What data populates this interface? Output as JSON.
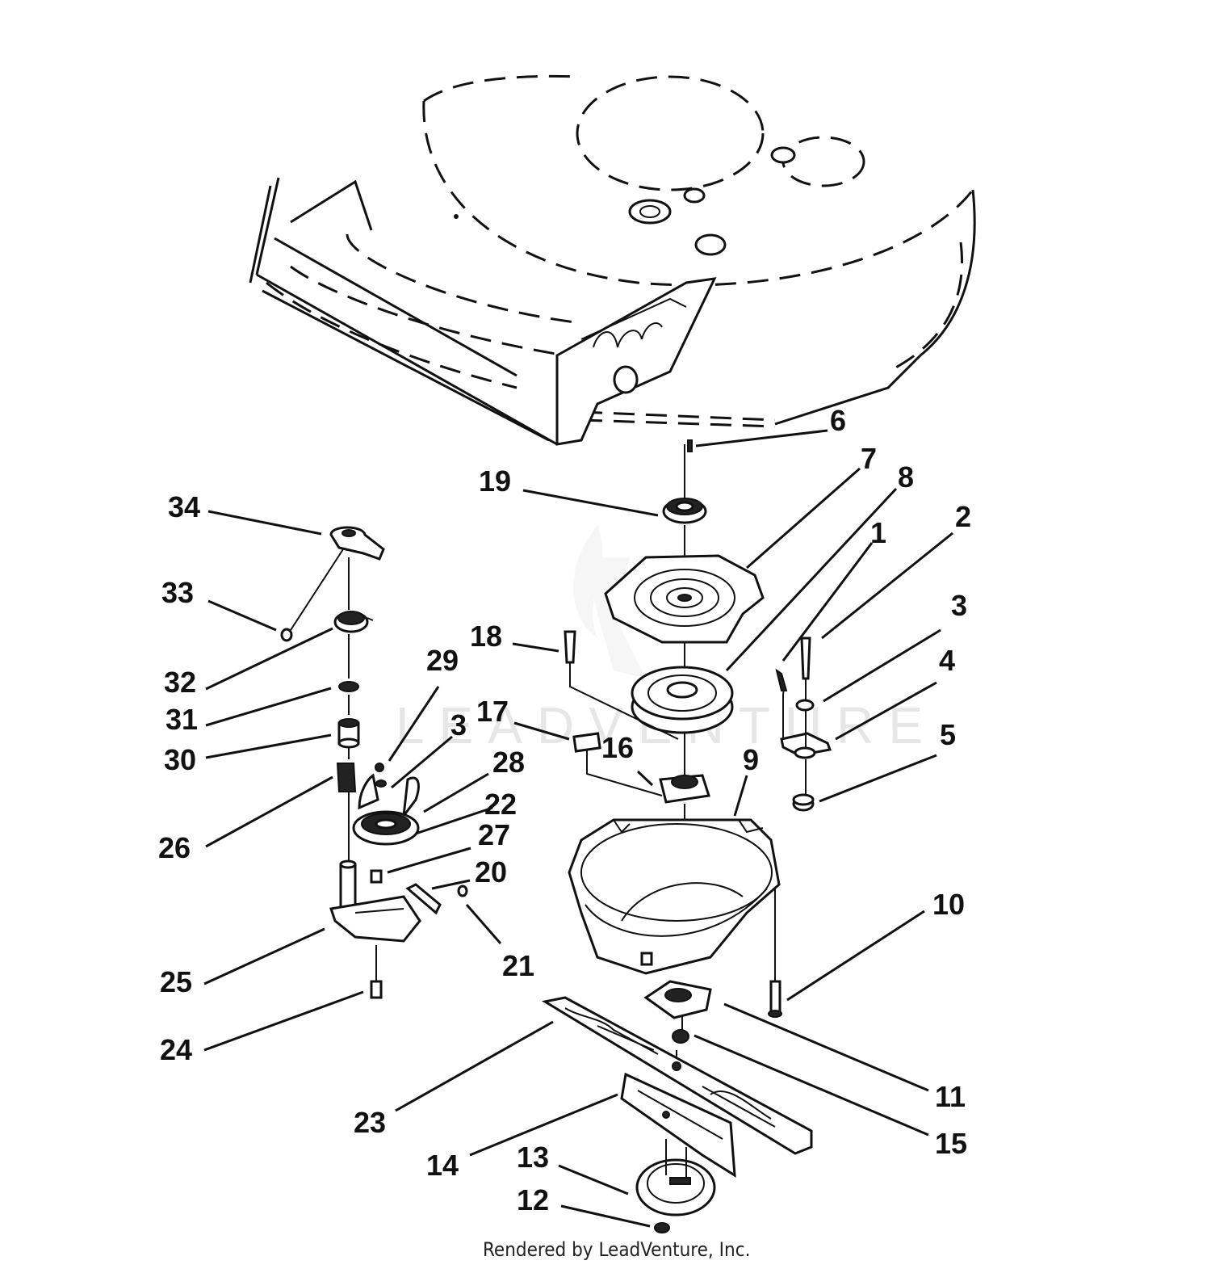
{
  "callouts": [
    {
      "label": "1"
    },
    {
      "label": "2"
    },
    {
      "label": "3"
    },
    {
      "label": "4"
    },
    {
      "label": "5"
    },
    {
      "label": "6"
    },
    {
      "label": "7"
    },
    {
      "label": "8"
    },
    {
      "label": "9"
    },
    {
      "label": "10"
    },
    {
      "label": "11"
    },
    {
      "label": "12"
    },
    {
      "label": "13"
    },
    {
      "label": "14"
    },
    {
      "label": "15"
    },
    {
      "label": "16"
    },
    {
      "label": "17"
    },
    {
      "label": "18"
    },
    {
      "label": "19"
    },
    {
      "label": "20"
    },
    {
      "label": "21"
    },
    {
      "label": "22"
    },
    {
      "label": "23"
    },
    {
      "label": "24"
    },
    {
      "label": "25"
    },
    {
      "label": "26"
    },
    {
      "label": "27"
    },
    {
      "label": "28"
    },
    {
      "label": "29"
    },
    {
      "label": "3"
    },
    {
      "label": "30"
    },
    {
      "label": "31"
    },
    {
      "label": "32"
    },
    {
      "label": "33"
    },
    {
      "label": "34"
    }
  ],
  "watermark": "LEADVENTURE",
  "credit": "Rendered by LeadVenture, Inc.",
  "colors": {
    "ink": "#111111",
    "background": "#ffffff",
    "watermark": "#e6e6e6"
  }
}
